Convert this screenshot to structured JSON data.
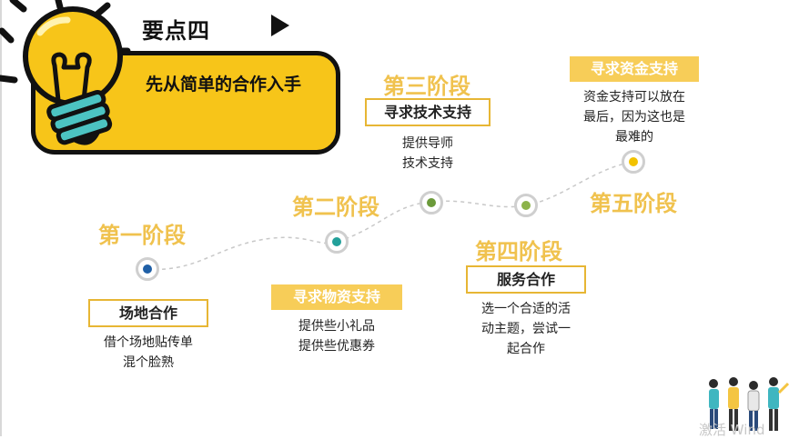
{
  "header": {
    "title": "要点四"
  },
  "banner": {
    "text": "先从简单的合作入手"
  },
  "stages": [
    {
      "title": "第一阶段",
      "tag": "场地合作",
      "desc": [
        "借个场地贴传单",
        "混个脸熟"
      ],
      "dot_color": "#1f5fa6"
    },
    {
      "title": "第二阶段",
      "tag": "寻求物资支持",
      "desc": [
        "提供些小礼品",
        "提供些优惠券"
      ],
      "dot_color": "#22a09a"
    },
    {
      "title": "第三阶段",
      "tag": "寻求技术支持",
      "desc": [
        "提供导师",
        "技术支持"
      ],
      "dot_color": "#6b9a3a"
    },
    {
      "title": "第四阶段",
      "tag": "服务合作",
      "desc": [
        "选一个合适的活",
        "动主题，尝试一",
        "起合作"
      ],
      "dot_color": "#8cb34a"
    },
    {
      "title": "第五阶段",
      "tag": "寻求资金支持",
      "desc": [
        "资金支持可以放在",
        "最后，因为这也是",
        "最难的"
      ],
      "dot_color": "#f2c200"
    }
  ],
  "colors": {
    "accent": "#f7c519",
    "stage_title": "#f0c24e",
    "tag_border": "#e7b634"
  },
  "icons": {
    "bulb": "lightbulb-icon",
    "people": "people-illustration",
    "arrow": "play-arrow-icon"
  },
  "watermark": "激活 Wind"
}
